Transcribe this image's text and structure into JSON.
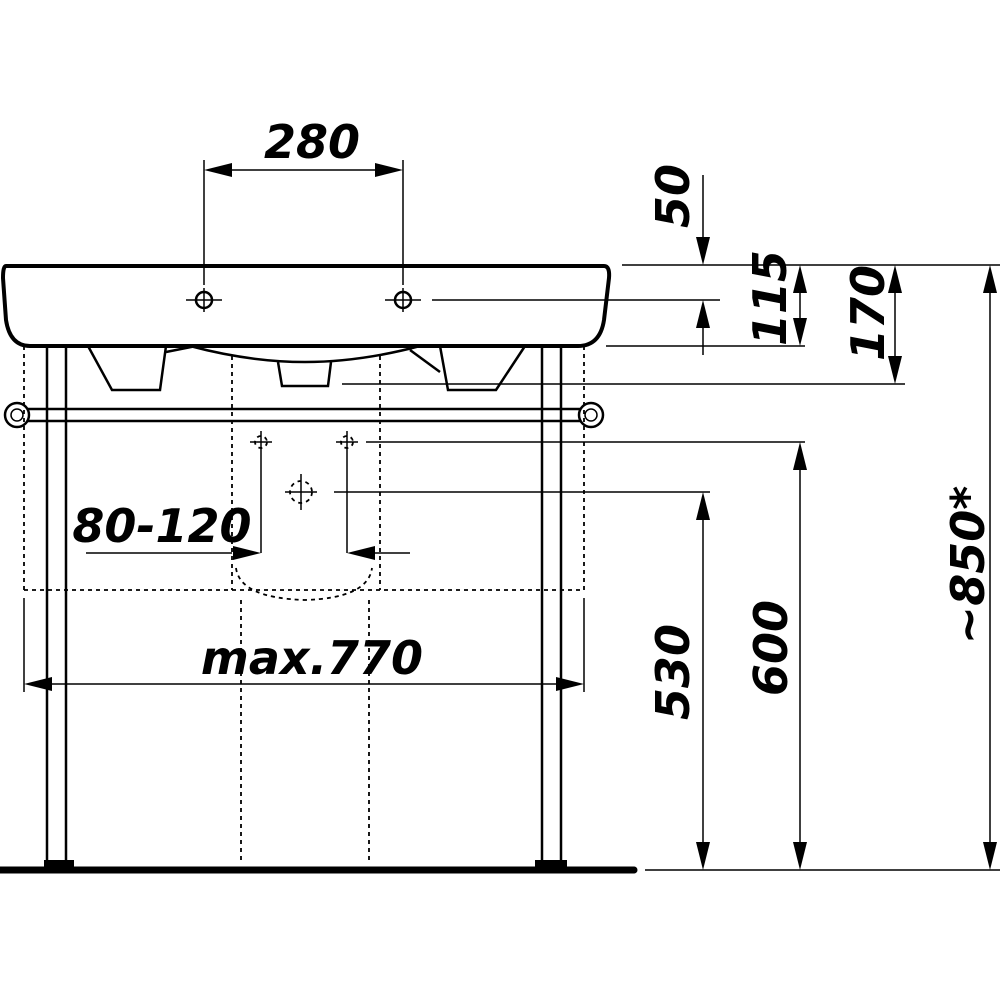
{
  "dimensions": {
    "tap_hole_spacing": "280",
    "overflow_offset": "50",
    "bowl_depth": "115",
    "waste_depth": "170",
    "total_height": "~850*",
    "trap_range": "80-120",
    "max_width": "max.770",
    "waste_height": "530",
    "supply_height": "600"
  },
  "colors": {
    "ink": "#000000",
    "paper": "#ffffff"
  }
}
